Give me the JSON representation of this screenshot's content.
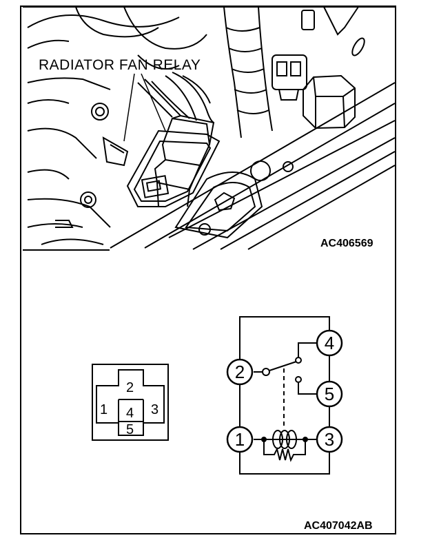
{
  "photo_caption": "RADIATOR FAN RELAY",
  "photo_code": "AC406569",
  "diagram_code": "AC407042AB",
  "connector_pins": [
    "1",
    "2",
    "3",
    "4",
    "5"
  ],
  "relay_terminals": [
    "1",
    "2",
    "3",
    "4",
    "5"
  ],
  "colors": {
    "line": "#000000",
    "background": "#ffffff"
  }
}
